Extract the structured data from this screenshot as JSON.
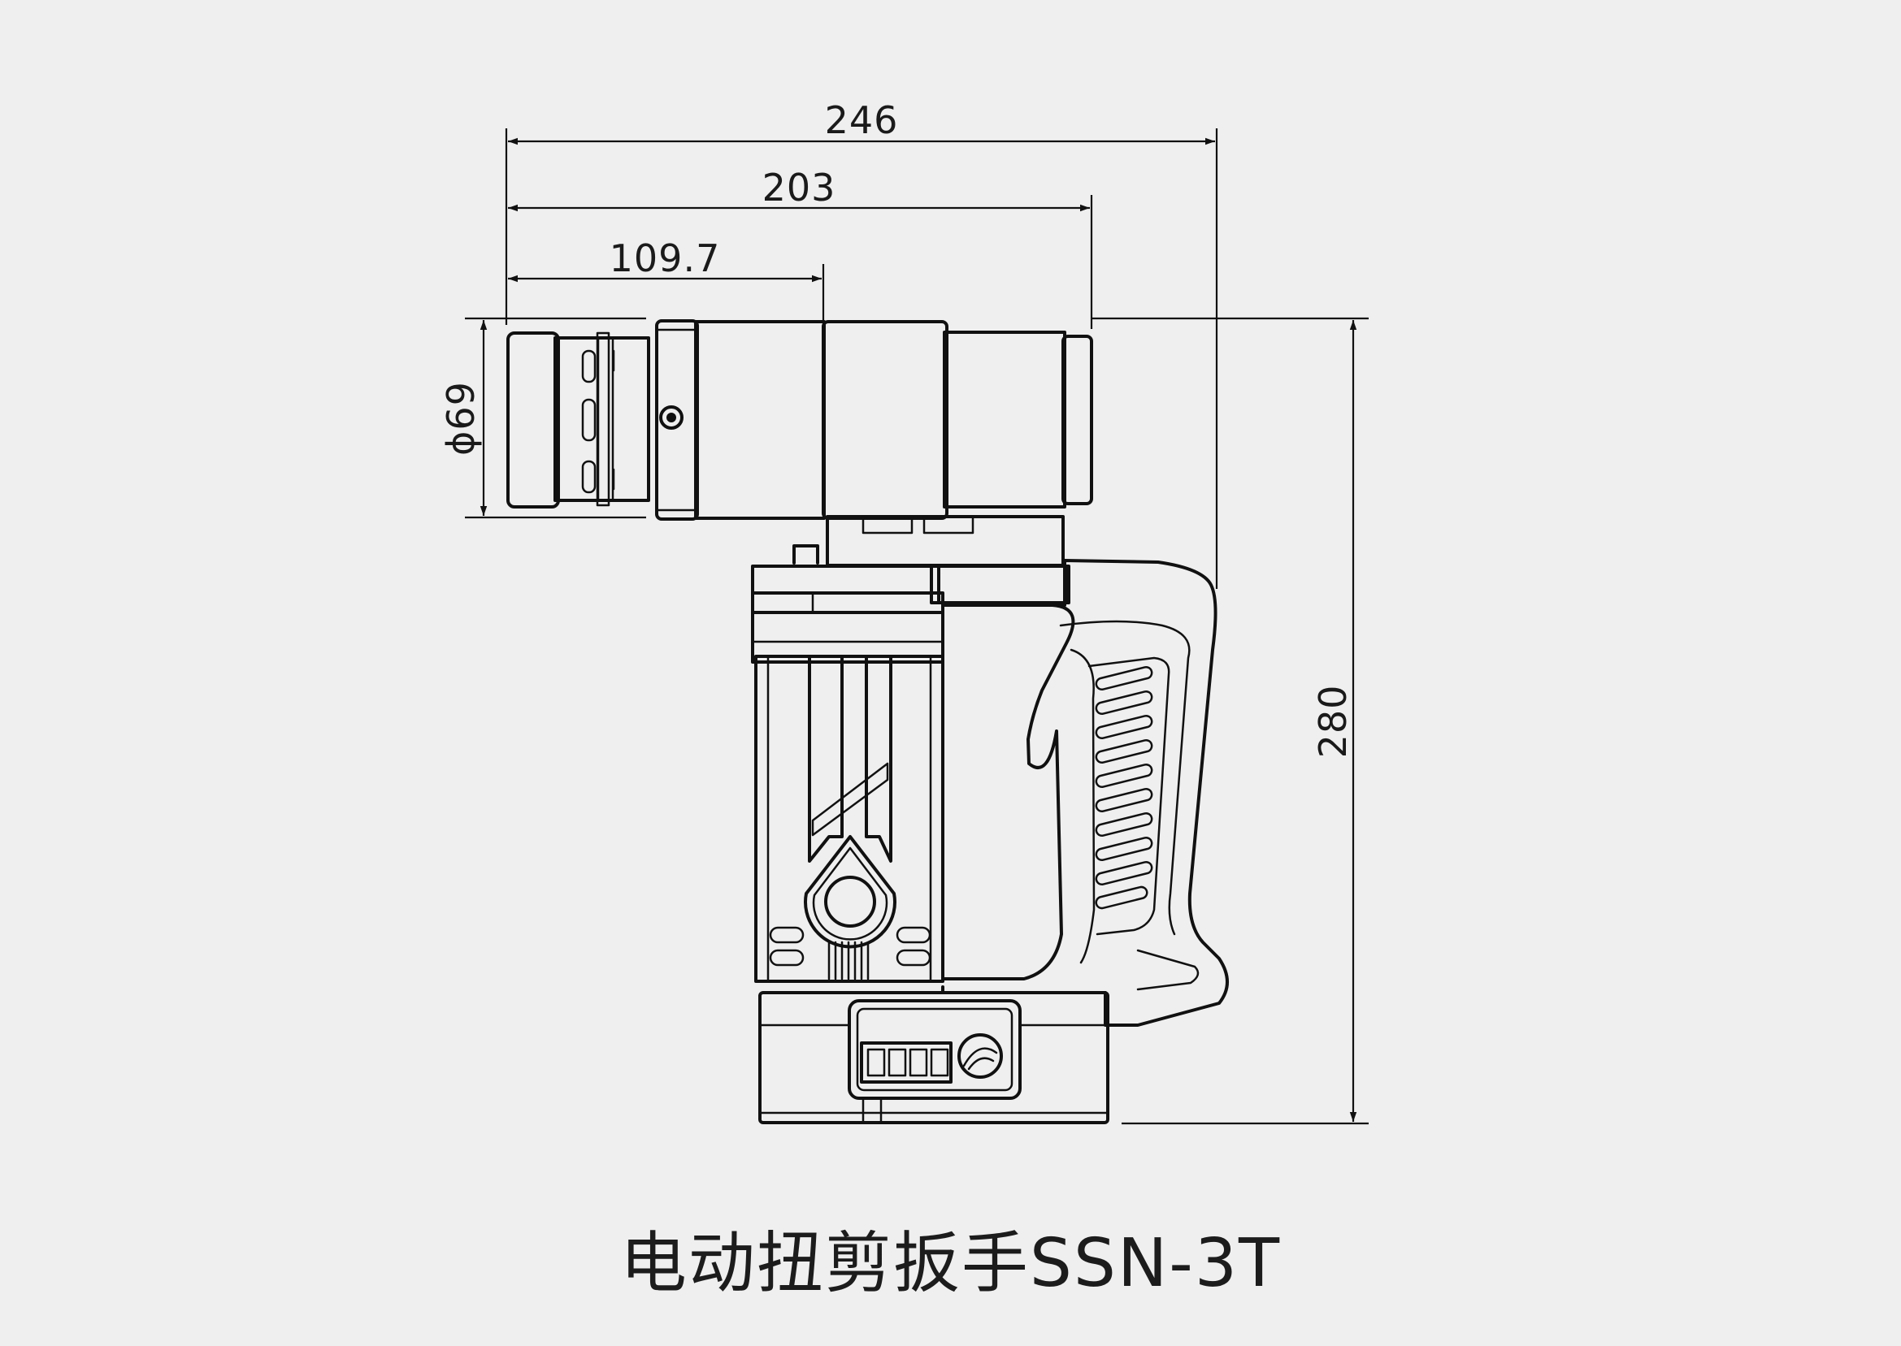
{
  "drawing": {
    "caption": "电动扭剪扳手SSN-3T",
    "dimensions": {
      "overall_length": "246",
      "body_length": "203",
      "head_length": "109.7",
      "head_diameter": "ϕ69",
      "height": "280"
    }
  },
  "colors": {
    "background": "#efefef",
    "line": "#111111"
  }
}
